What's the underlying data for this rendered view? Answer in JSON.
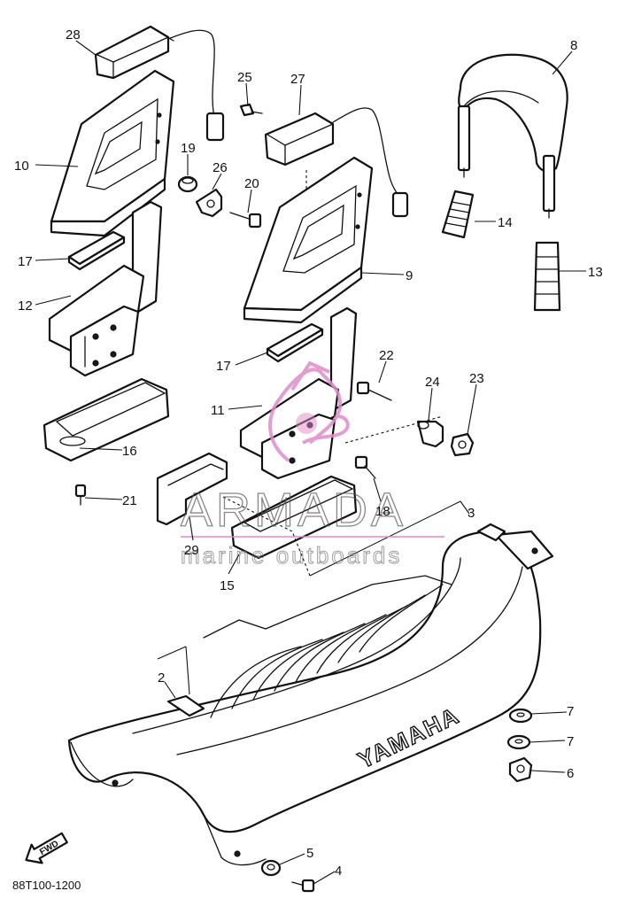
{
  "diagram": {
    "callouts": [
      {
        "id": "c28",
        "label": "28"
      },
      {
        "id": "c8",
        "label": "8"
      },
      {
        "id": "c25",
        "label": "25"
      },
      {
        "id": "c27",
        "label": "27"
      },
      {
        "id": "c10",
        "label": "10"
      },
      {
        "id": "c19",
        "label": "19"
      },
      {
        "id": "c26",
        "label": "26"
      },
      {
        "id": "c20",
        "label": "20"
      },
      {
        "id": "c14",
        "label": "14"
      },
      {
        "id": "c17a",
        "label": "17"
      },
      {
        "id": "c9",
        "label": "9"
      },
      {
        "id": "c13",
        "label": "13"
      },
      {
        "id": "c12",
        "label": "12"
      },
      {
        "id": "c17b",
        "label": "17"
      },
      {
        "id": "c22",
        "label": "22"
      },
      {
        "id": "c24",
        "label": "24"
      },
      {
        "id": "c23",
        "label": "23"
      },
      {
        "id": "c11",
        "label": "11"
      },
      {
        "id": "c16",
        "label": "16"
      },
      {
        "id": "c21",
        "label": "21"
      },
      {
        "id": "c18",
        "label": "18"
      },
      {
        "id": "c29",
        "label": "29"
      },
      {
        "id": "c3",
        "label": "3"
      },
      {
        "id": "c15",
        "label": "15"
      },
      {
        "id": "c2",
        "label": "2"
      },
      {
        "id": "c7a",
        "label": "7"
      },
      {
        "id": "c7b",
        "label": "7"
      },
      {
        "id": "c6",
        "label": "6"
      },
      {
        "id": "c5",
        "label": "5"
      },
      {
        "id": "c4",
        "label": "4"
      }
    ],
    "seat_brand": "YAMAHA",
    "fwd_label": "FWD",
    "drawing_code": "88T100-1200"
  },
  "watermark": {
    "title": "ARMADA",
    "subtitle": "marine outboards"
  },
  "colors": {
    "line": "#111111",
    "watermark_logo": "#e08cc8",
    "watermark_text": "#555555"
  }
}
